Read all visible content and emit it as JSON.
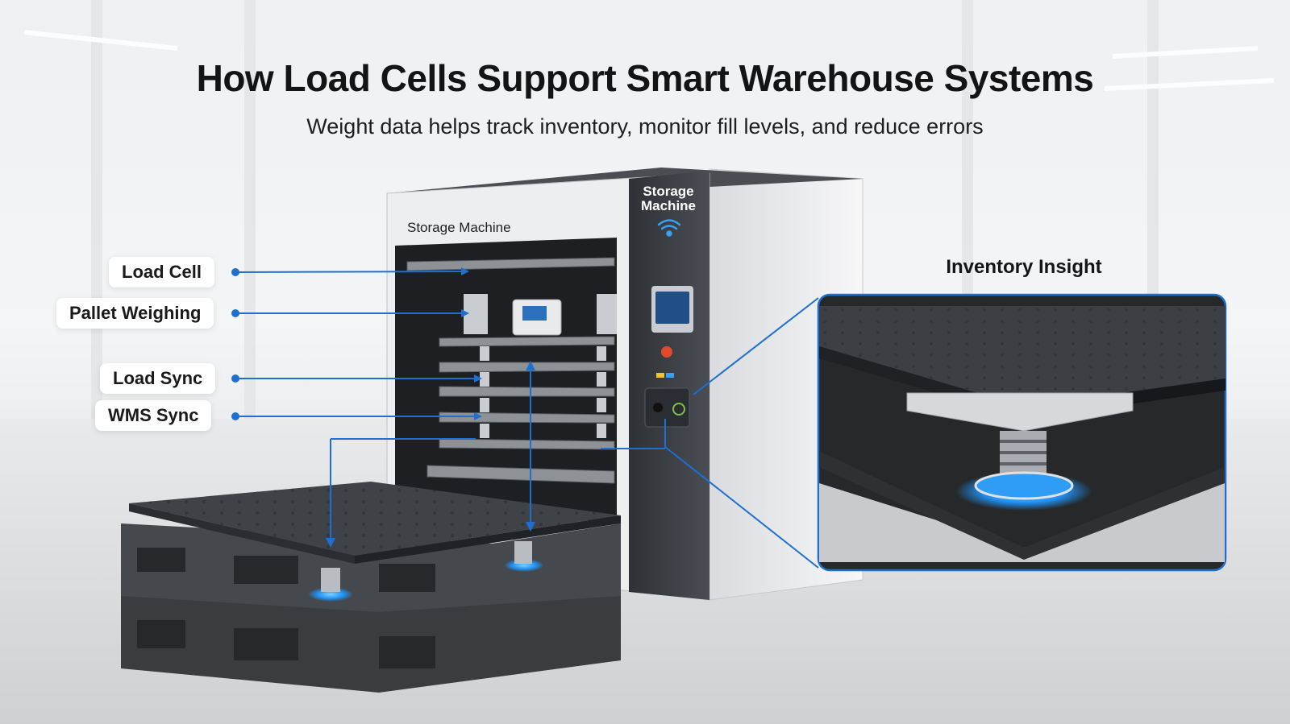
{
  "header": {
    "title": "How Load Cells Support Smart Warehouse Systems",
    "subtitle": "Weight data helps track inventory, monitor fill levels, and reduce errors"
  },
  "machine": {
    "side_label": "Storage Machine",
    "panel_label_line1": "Storage",
    "panel_label_line2": "Machine"
  },
  "callouts": [
    {
      "label": "Load Cell"
    },
    {
      "label": "Pallet Weighing"
    },
    {
      "label": "Load Sync"
    },
    {
      "label": "WMS Sync"
    }
  ],
  "inset": {
    "title": "Inventory Insight"
  },
  "colors": {
    "accent": "#1f6fd1",
    "glow": "#2f9cf5",
    "machine_dark": "#3a3d42",
    "machine_light": "#f1f2f3",
    "pallet": "#3b3d41"
  },
  "icons": [
    "wifi-icon",
    "emergency-stop-icon",
    "power-icon"
  ]
}
